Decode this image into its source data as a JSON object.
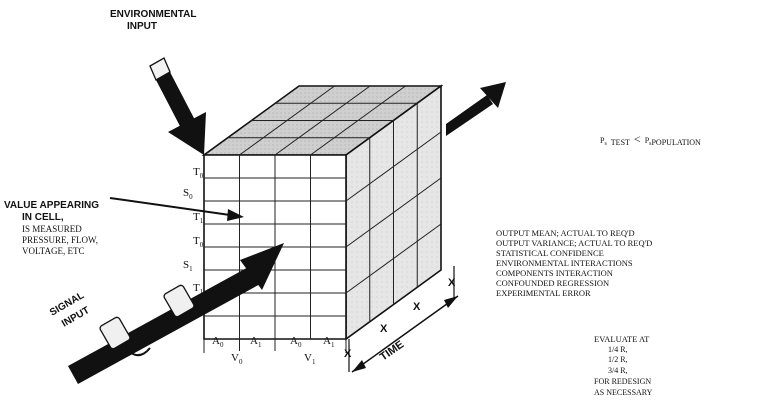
{
  "env_input": {
    "line1": "ENVIRONMENTAL",
    "line2": "INPUT"
  },
  "value_cell": {
    "line1": "VALUE APPEARING",
    "line2": "IN CELL,",
    "line3": "IS MEASURED",
    "line4": "PRESSURE, FLOW,",
    "line5": "VOLTAGE, ETC"
  },
  "signal_input": {
    "line1": "SIGNAL",
    "line2": "INPUT"
  },
  "row_labels": {
    "t0a": "T",
    "t0a_sub": "0",
    "s0": "S",
    "s0_sub": "0",
    "t1a": "T",
    "t1a_sub": "1",
    "t0b": "T",
    "t0b_sub": "0",
    "s1": "S",
    "s1_sub": "1",
    "t1b": "T",
    "t1b_sub": "1"
  },
  "bottom_labels": {
    "a0a": "A",
    "a0a_sub": "0",
    "a1a": "A",
    "a1a_sub": "1",
    "a0b": "A",
    "a0b_sub": "0",
    "a1b": "A",
    "a1b_sub": "1",
    "v0": "V",
    "v0_sub": "0",
    "v1": "V",
    "v1_sub": "1"
  },
  "time": {
    "label": "TIME",
    "x1": "X",
    "x2": "X",
    "x3": "X",
    "x4": "X"
  },
  "formula": {
    "p1": "P",
    "p1_sub": "s",
    "test": "TEST",
    "lt": "<",
    "p2": "P",
    "p2_sub": "s",
    "pop": "POPULATION"
  },
  "outputs": [
    "OUTPUT MEAN; ACTUAL TO REQ'D",
    "OUTPUT VARIANCE; ACTUAL TO REQ'D",
    "STATISTICAL CONFIDENCE",
    "ENVIRONMENTAL INTERACTIONS",
    "COMPONENTS INTERACTION",
    "CONFOUNDED REGRESSION",
    "EXPERIMENTAL ERROR"
  ],
  "evaluate": [
    "EVALUATE AT",
    "1/4 R,",
    "1/2 R,",
    "3/4 R,",
    "FOR REDESIGN",
    "AS NECESSARY"
  ]
}
